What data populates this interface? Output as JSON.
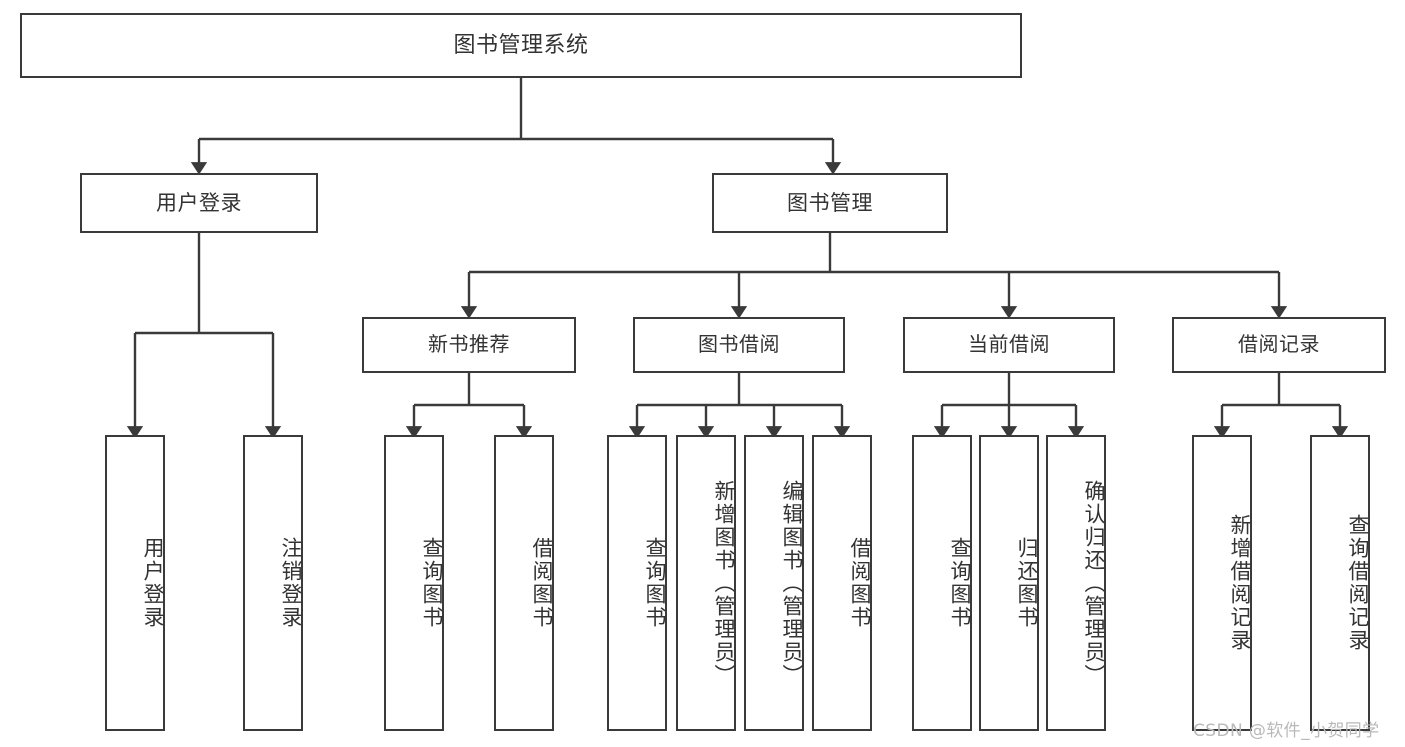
{
  "diagram": {
    "title": "图书管理系统",
    "type": "tree-hierarchy-chart",
    "orientation": "top-down",
    "colors": {
      "node_border": "#3a3a3a",
      "node_fill": "#ffffff",
      "text": "#333333",
      "connector": "#3a3a3a",
      "watermark": "#b9b9b9",
      "background": "#ffffff"
    }
  },
  "root": {
    "label": "图书管理系统"
  },
  "level2": [
    {
      "label": "用户登录"
    },
    {
      "label": "图书管理"
    }
  ],
  "level3": [
    {
      "label": "新书推荐"
    },
    {
      "label": "图书借阅"
    },
    {
      "label": "当前借阅"
    },
    {
      "label": "借阅记录"
    }
  ],
  "leaves": {
    "user_login": [
      {
        "label": "用户登录"
      },
      {
        "label": "注销登录"
      }
    ],
    "new_book_recommend": [
      {
        "label": "查询图书"
      },
      {
        "label": "借阅图书"
      }
    ],
    "book_borrow": [
      {
        "label": "查询图书"
      },
      {
        "label": "新增图书（管理员）"
      },
      {
        "label": "编辑图书（管理员）"
      },
      {
        "label": "借阅图书"
      }
    ],
    "current_borrow": [
      {
        "label": "查询图书"
      },
      {
        "label": "归还图书"
      },
      {
        "label": "确认归还（管理员）"
      }
    ],
    "borrow_record": [
      {
        "label": "新增借阅记录"
      },
      {
        "label": "查询借阅记录"
      }
    ]
  },
  "watermark": {
    "text": "CSDN @软件_小贺同学"
  }
}
